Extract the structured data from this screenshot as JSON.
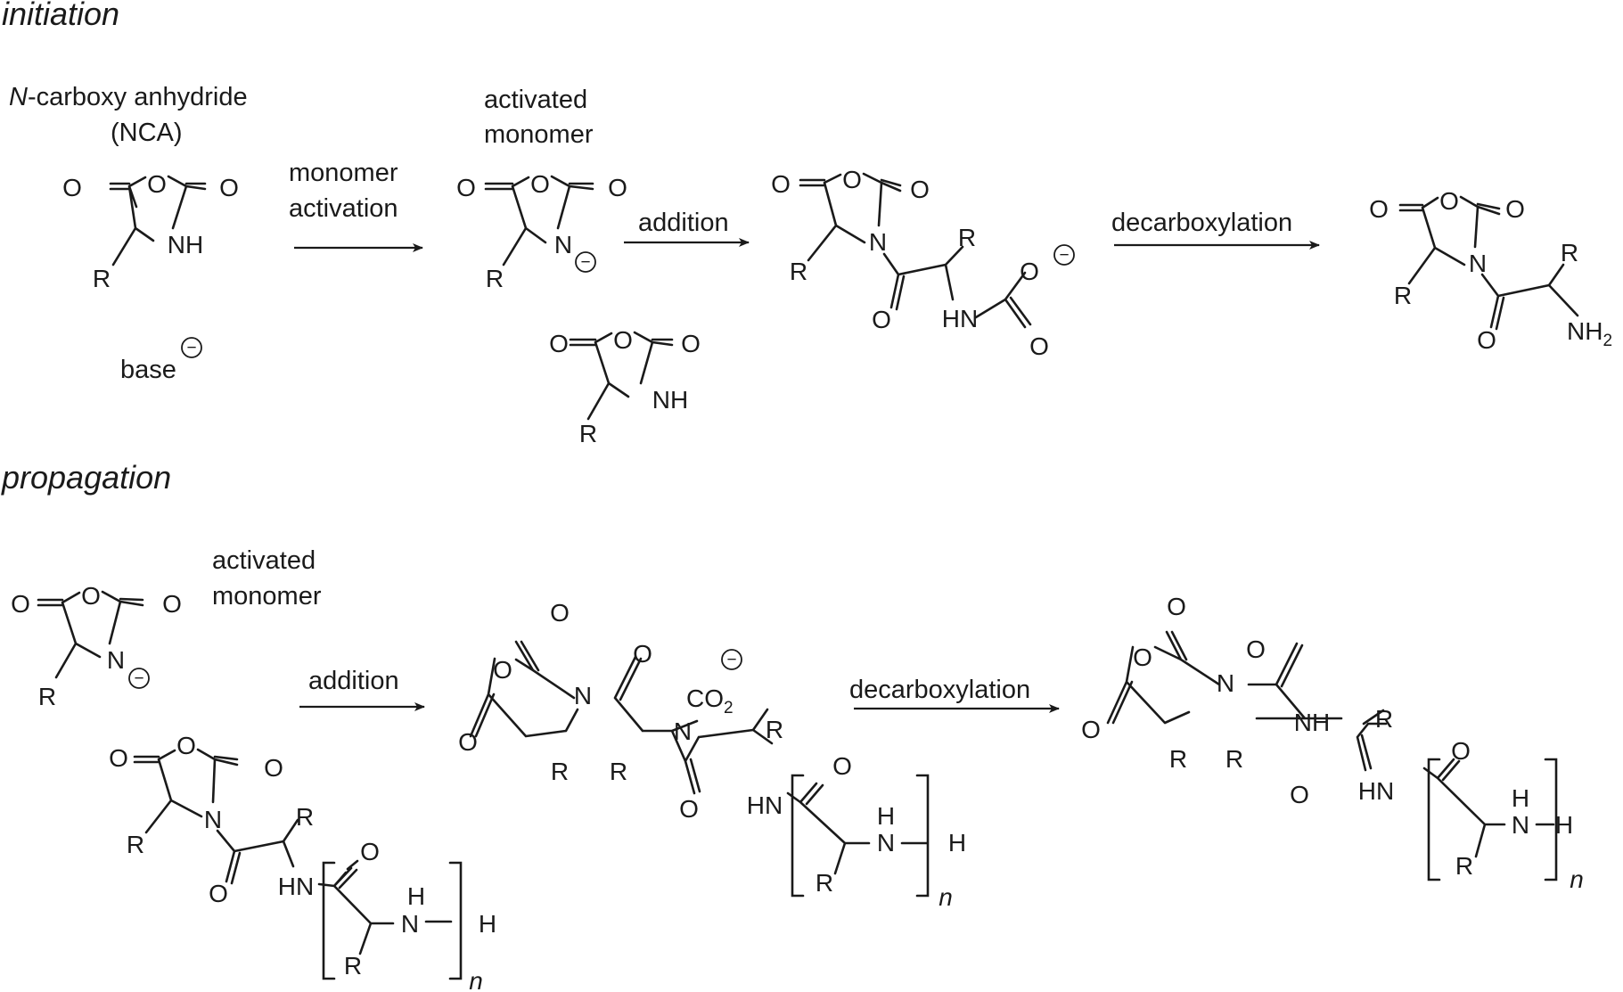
{
  "headings": {
    "initiation": "initiation",
    "propagation": "propagation"
  },
  "captions": {
    "nca_line1": "-carboxy anhydride",
    "nca_n": "N",
    "nca_line2": "(NCA)",
    "base": "base",
    "activated1": "activated",
    "monomer1": "monomer",
    "activated2": "activated",
    "monomer2": "monomer"
  },
  "arrows": {
    "monomer_activation_1": "monomer",
    "monomer_activation_2": "activation",
    "addition_1": "addition",
    "decarboxylation_1": "decarboxylation",
    "addition_2": "addition",
    "decarboxylation_2": "decarboxylation"
  },
  "atoms": {
    "O": "O",
    "N": "N",
    "NH": "NH",
    "HN": "HN",
    "H": "H",
    "R": "R",
    "NH2": "NH",
    "sub2": "2",
    "CO2": "CO",
    "n": "n"
  },
  "charge_symbol": "−"
}
